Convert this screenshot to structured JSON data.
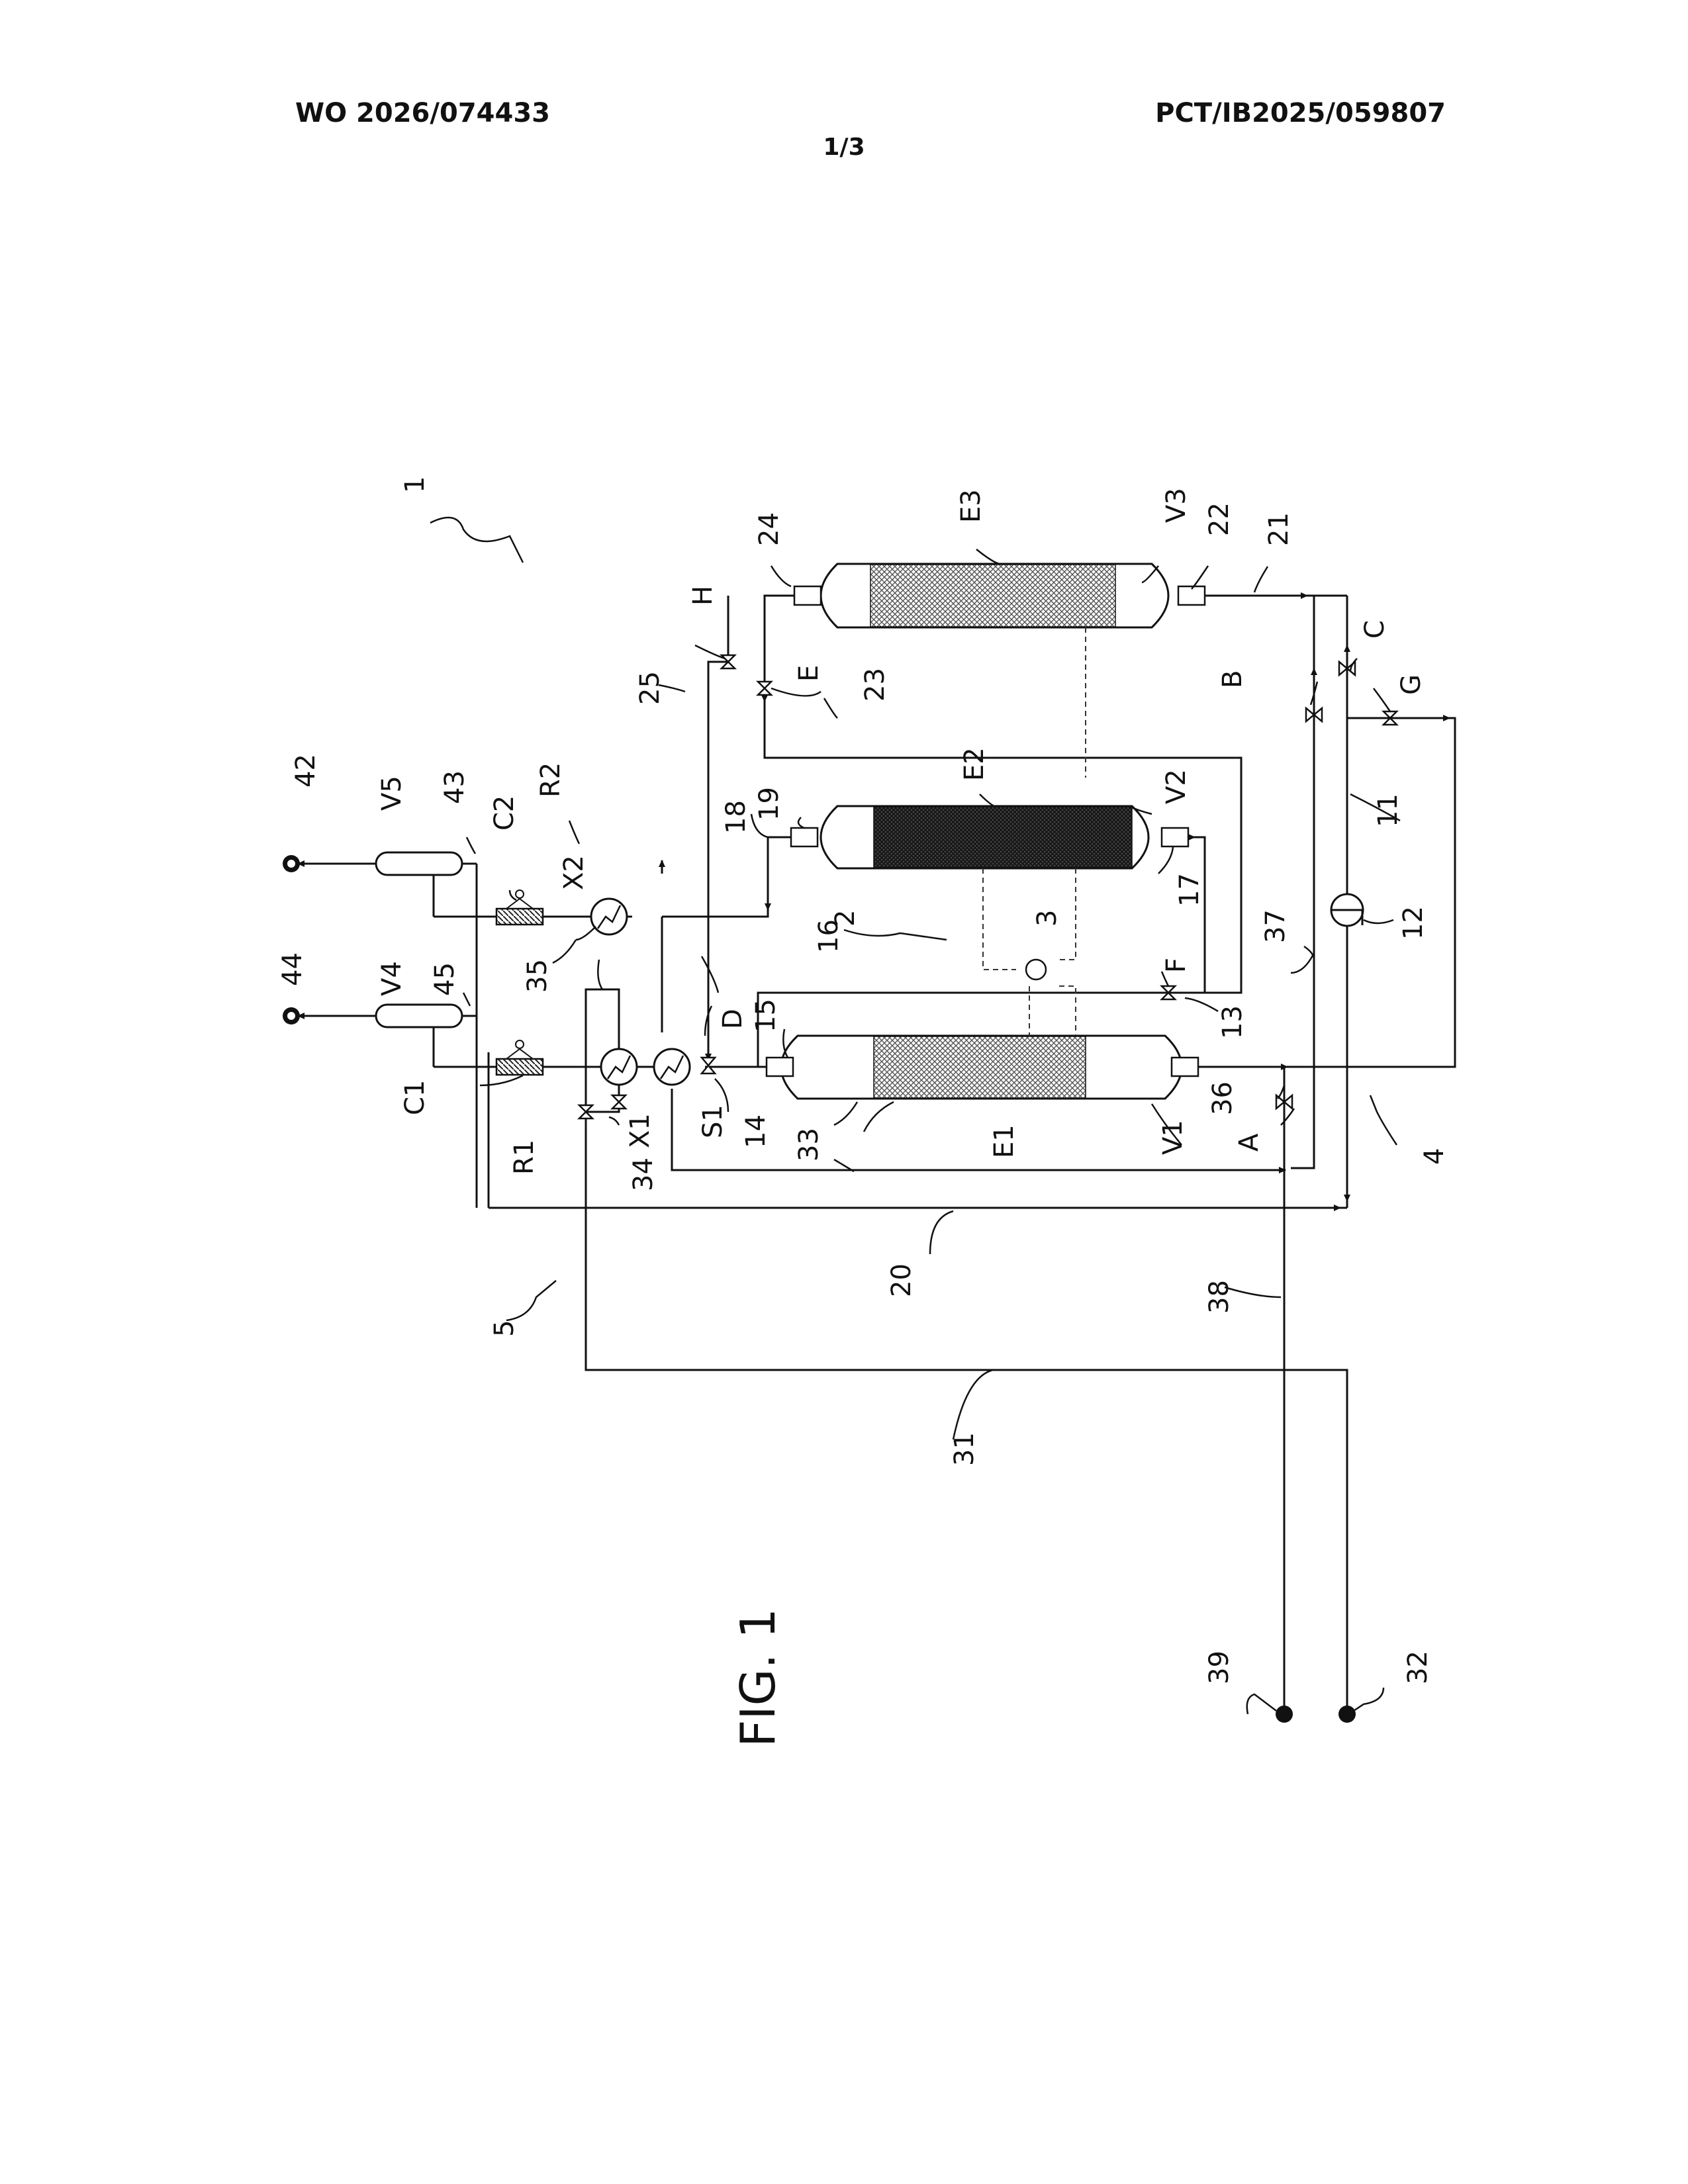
{
  "header": {
    "publication_number": "WO 2026/074433",
    "application_number": "PCT/IB2025/059807",
    "sheet": "1/3"
  },
  "figure": {
    "caption": "FIG. 1",
    "labels": {
      "system": "1",
      "subsystem_2": "2",
      "subsystem_4": "4",
      "subsystem_5": "5",
      "n3": "3",
      "n11": "11",
      "n12": "12",
      "n13": "13",
      "n14": "14",
      "n15": "15",
      "n16": "16",
      "n17": "17",
      "n18": "18",
      "n19": "19",
      "n20": "20",
      "n21": "21",
      "n22": "22",
      "n23": "23",
      "n24": "24",
      "n25": "25",
      "n31": "31",
      "n32": "32",
      "n33": "33",
      "n34": "34",
      "n35": "35",
      "n36": "36",
      "n37": "37",
      "n38": "38",
      "n39": "39",
      "n42": "42",
      "n43": "43",
      "n44": "44",
      "n45": "45",
      "E1": "E1",
      "E2": "E2",
      "E3": "E3",
      "V1": "V1",
      "V2": "V2",
      "V3": "V3",
      "V4": "V4",
      "V5": "V5",
      "X1": "X1",
      "X2": "X2",
      "S1": "S1",
      "C1": "C1",
      "C2": "C2",
      "R1": "R1",
      "R2": "R2",
      "A": "A",
      "B": "B",
      "C": "C",
      "D": "D",
      "E": "E",
      "F": "F",
      "G": "G",
      "H": "H"
    }
  }
}
